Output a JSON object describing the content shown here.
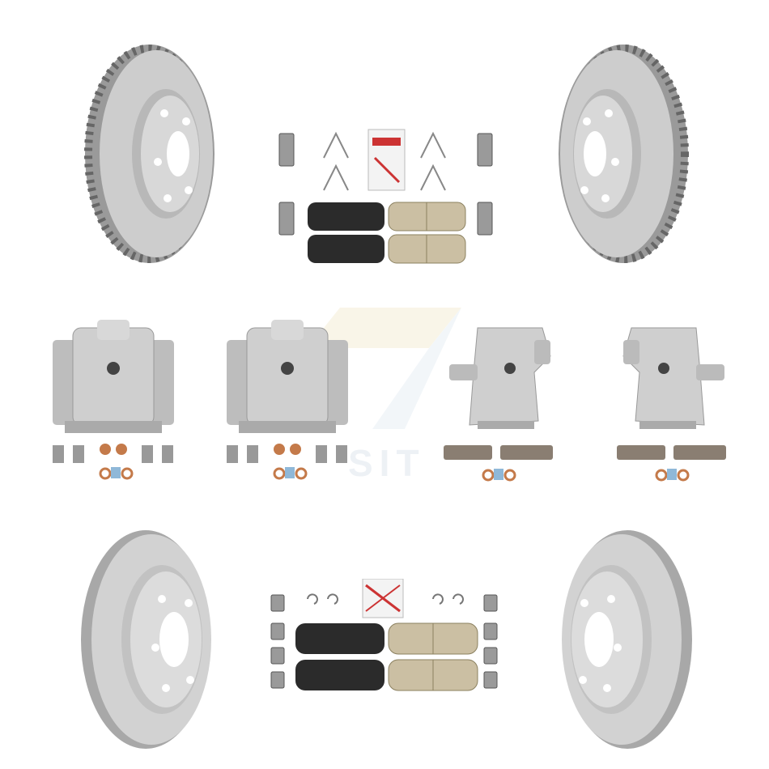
{
  "watermark": {
    "text": "SIT"
  },
  "colors": {
    "rotor_metal": "#c9c9c9",
    "rotor_dark": "#8e8e8e",
    "pad_backing": "#2b2b2b",
    "pad_friction": "#cbbfa3",
    "caliper": "#cfcfcf",
    "copper": "#c47a4a"
  },
  "parts": [
    {
      "name": "front-rotor-left",
      "kind": "vented-rotor"
    },
    {
      "name": "front-rotor-right",
      "kind": "vented-rotor"
    },
    {
      "name": "rear-pad-kit",
      "kind": "brake-pad-set"
    },
    {
      "name": "front-caliper-left",
      "kind": "caliper"
    },
    {
      "name": "front-caliper-right",
      "kind": "caliper"
    },
    {
      "name": "rear-caliper-left",
      "kind": "caliper"
    },
    {
      "name": "rear-caliper-right",
      "kind": "caliper"
    },
    {
      "name": "rear-rotor-left",
      "kind": "solid-rotor"
    },
    {
      "name": "rear-rotor-right",
      "kind": "solid-rotor"
    },
    {
      "name": "front-pad-kit",
      "kind": "brake-pad-set"
    }
  ]
}
